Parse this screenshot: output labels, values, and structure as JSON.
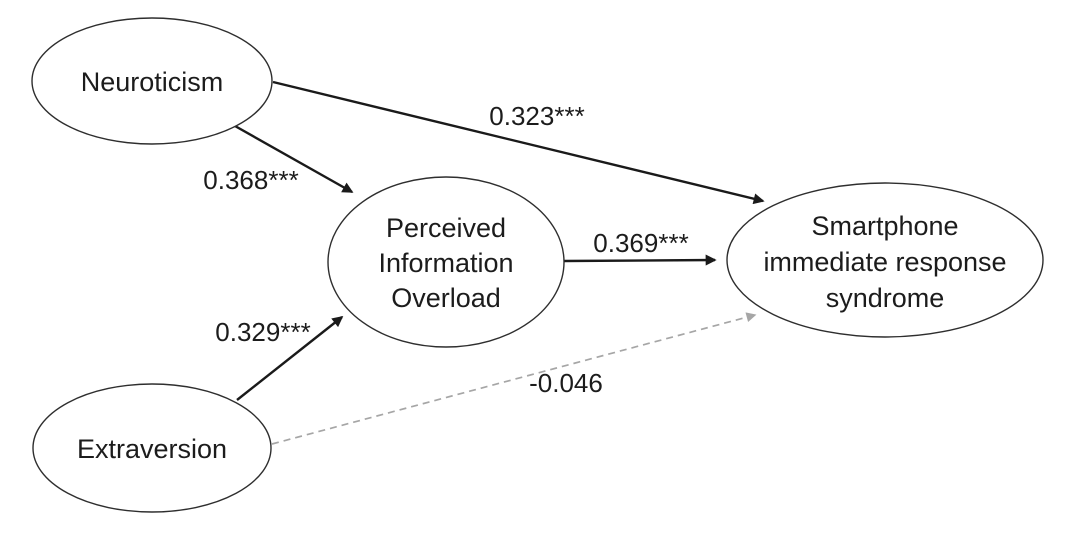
{
  "figure": {
    "kind": "structural-path-diagram",
    "background": "#ffffff"
  },
  "diagram": {
    "nodes": {
      "neuroticism": {
        "label": "Neuroticism",
        "shape": "ellipse"
      },
      "extraversion": {
        "label": "Extraversion",
        "shape": "ellipse"
      },
      "perceived_information_overload": {
        "label": "Perceived Information Overload",
        "lines": [
          "Perceived",
          "Information",
          "Overload"
        ],
        "shape": "ellipse"
      },
      "smartphone_immediate_response_syndrome": {
        "label": "Smartphone immediate response syndrome",
        "lines": [
          "Smartphone",
          "immediate response",
          "syndrome"
        ],
        "shape": "ellipse"
      }
    },
    "edges": [
      {
        "from": "Neuroticism",
        "to": "Perceived Information Overload",
        "label": "0.368***",
        "style": "solid"
      },
      {
        "from": "Neuroticism",
        "to": "Smartphone immediate response syndrome",
        "label": "0.323***",
        "style": "solid"
      },
      {
        "from": "Extraversion",
        "to": "Perceived Information Overload",
        "label": "0.329***",
        "style": "solid"
      },
      {
        "from": "Perceived Information Overload",
        "to": "Smartphone immediate response syndrome",
        "label": "0.369***",
        "style": "solid"
      },
      {
        "from": "Extraversion",
        "to": "Smartphone immediate response syndrome",
        "label": "-0.046",
        "style": "dashed"
      }
    ],
    "colors": {
      "solid_edge": "#1a1a1a",
      "dashed_edge": "#a6a6a6",
      "node_stroke": "#2e2e2e",
      "node_fill": "#ffffff",
      "text": "#1c1c1c"
    }
  }
}
